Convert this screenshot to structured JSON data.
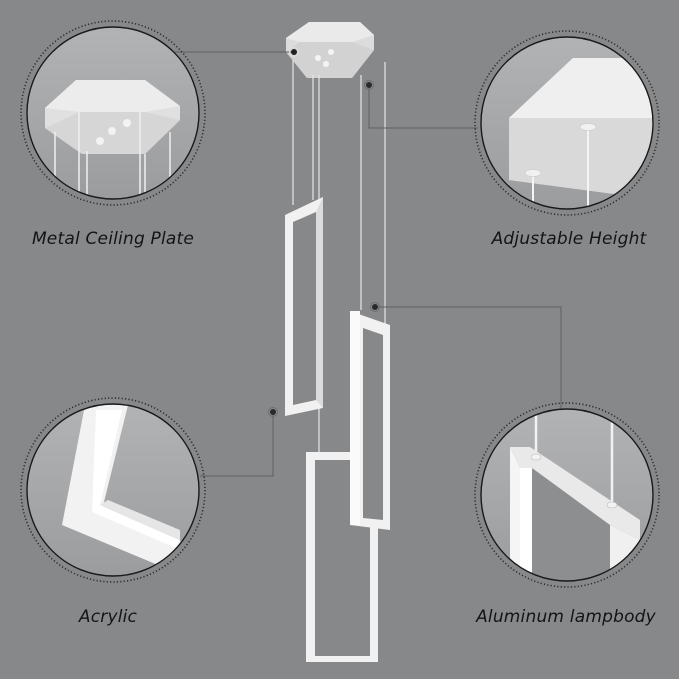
{
  "colors": {
    "background": "#87888a",
    "lamp_white": "#f2f2f2",
    "callout_line": "#5e5f61",
    "callout_dot": "#2a2a2a",
    "circle_ring": "#1a1a1a",
    "circle_fill": "#a6a7a8"
  },
  "features": [
    {
      "id": "ceiling-plate",
      "label": "Metal Ceiling Plate"
    },
    {
      "id": "adjustable-height",
      "label": "Adjustable Height"
    },
    {
      "id": "acrylic",
      "label": "Acrylic"
    },
    {
      "id": "aluminum-lampbody",
      "label": "Aluminum lampbody"
    }
  ]
}
